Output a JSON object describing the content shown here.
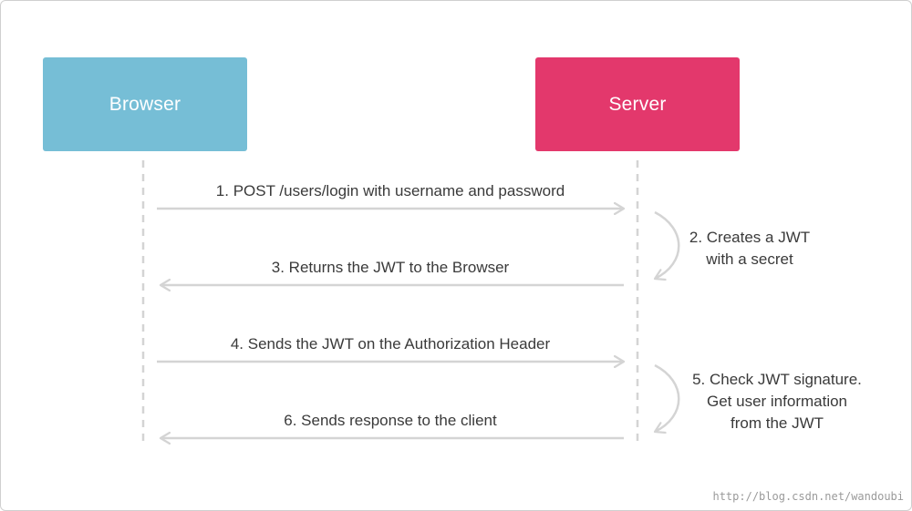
{
  "actors": {
    "browser": {
      "label": "Browser",
      "color": "#76bed6"
    },
    "server": {
      "label": "Server",
      "color": "#e3386c"
    }
  },
  "messages": [
    {
      "label": "1. POST /users/login with username and password",
      "direction": "browser-to-server"
    },
    {
      "label": "3. Returns the JWT to the Browser",
      "direction": "server-to-browser"
    },
    {
      "label": "4. Sends the JWT on the Authorization Header",
      "direction": "browser-to-server"
    },
    {
      "label": "6. Sends response to the client",
      "direction": "server-to-browser"
    }
  ],
  "notes": [
    {
      "lines": [
        "2. Creates a JWT",
        "with a secret"
      ]
    },
    {
      "lines": [
        "5. Check JWT signature.",
        "Get user information",
        "from the JWT"
      ]
    }
  ],
  "watermark": "http://blog.csdn.net/wandoubi",
  "colors": {
    "arrow": "#d4d4d4",
    "lifeline": "#d4d4d4",
    "text": "#3a3a3a"
  }
}
